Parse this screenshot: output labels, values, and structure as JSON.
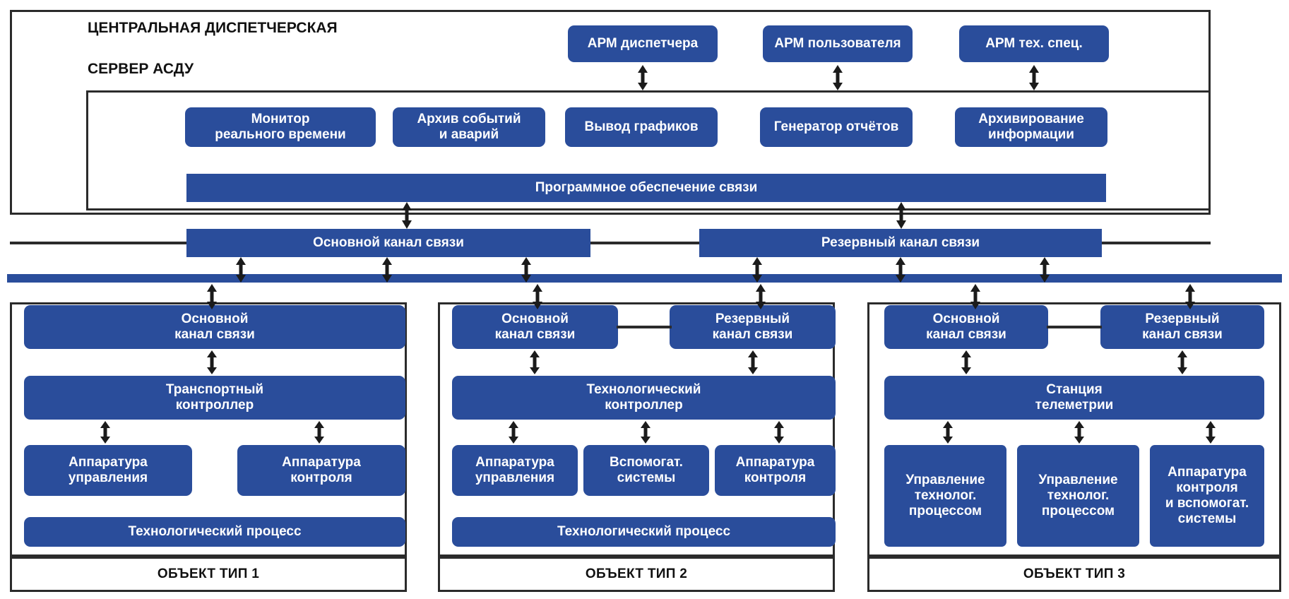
{
  "diagram": {
    "title_central": "ЦЕНТРАЛЬНАЯ ДИСПЕТЧЕРСКАЯ",
    "title_server": "СЕРВЕР АСДУ",
    "colors": {
      "block_blue": "#2a4d9b",
      "line_dark": "#2b2b2b",
      "text_on_block": "#ffffff",
      "background": "#ffffff"
    }
  },
  "workstations": [
    {
      "label": "АРМ диспетчера"
    },
    {
      "label": "АРМ пользователя"
    },
    {
      "label": "АРМ тех. спец."
    }
  ],
  "server_modules": [
    {
      "label": "Монитор\nреального времени",
      "line1": "Монитор",
      "line2": "реального времени"
    },
    {
      "label": "Архив событий\nи аварий",
      "line1": "Архив событий",
      "line2": "и аварий"
    },
    {
      "label": "Вывод графиков",
      "line1": "Вывод графиков",
      "line2": ""
    },
    {
      "label": "Генератор отчётов",
      "line1": "Генератор отчётов",
      "line2": ""
    },
    {
      "label": "Архивирование\nинформации",
      "line1": "Архивирование",
      "line2": "информации"
    }
  ],
  "comm_software": {
    "label": "Программное обеспечение связи"
  },
  "center_channels": [
    {
      "label": "Основной канал связи"
    },
    {
      "label": "Резервный канал связи"
    }
  ],
  "objects": [
    {
      "caption": "ОБЪЕКТ ТИП 1",
      "channels": [
        {
          "line1": "Основной",
          "line2": "канал связи"
        }
      ],
      "controller": {
        "line1": "Транспортный",
        "line2": "контроллер"
      },
      "devices": [
        {
          "line1": "Аппаратура",
          "line2": "управления",
          "line3": ""
        },
        {
          "line1": "Аппаратура",
          "line2": "контроля",
          "line3": ""
        }
      ],
      "process": {
        "label": "Технологический процесс"
      }
    },
    {
      "caption": "ОБЪЕКТ ТИП 2",
      "channels": [
        {
          "line1": "Основной",
          "line2": "канал связи"
        },
        {
          "line1": "Резервный",
          "line2": "канал связи"
        }
      ],
      "controller": {
        "line1": "Технологический",
        "line2": "контроллер"
      },
      "devices": [
        {
          "line1": "Аппаратура",
          "line2": "управления",
          "line3": ""
        },
        {
          "line1": "Вспомогат.",
          "line2": "системы",
          "line3": ""
        },
        {
          "line1": "Аппаратура",
          "line2": "контроля",
          "line3": ""
        }
      ],
      "process": {
        "label": "Технологический процесс"
      }
    },
    {
      "caption": "ОБЪЕКТ ТИП 3",
      "channels": [
        {
          "line1": "Основной",
          "line2": "канал связи"
        },
        {
          "line1": "Резервный",
          "line2": "канал связи"
        }
      ],
      "controller": {
        "line1": "Станция",
        "line2": "телеметрии"
      },
      "devices": [
        {
          "line1": "Управление",
          "line2": "технолог.",
          "line3": "процессом"
        },
        {
          "line1": "Управление",
          "line2": "технолог.",
          "line3": "процессом"
        },
        {
          "line1": "Аппаратура",
          "line2": "контроля",
          "line3": "и вспомогат.",
          "line4": "системы"
        }
      ],
      "process": null
    }
  ]
}
